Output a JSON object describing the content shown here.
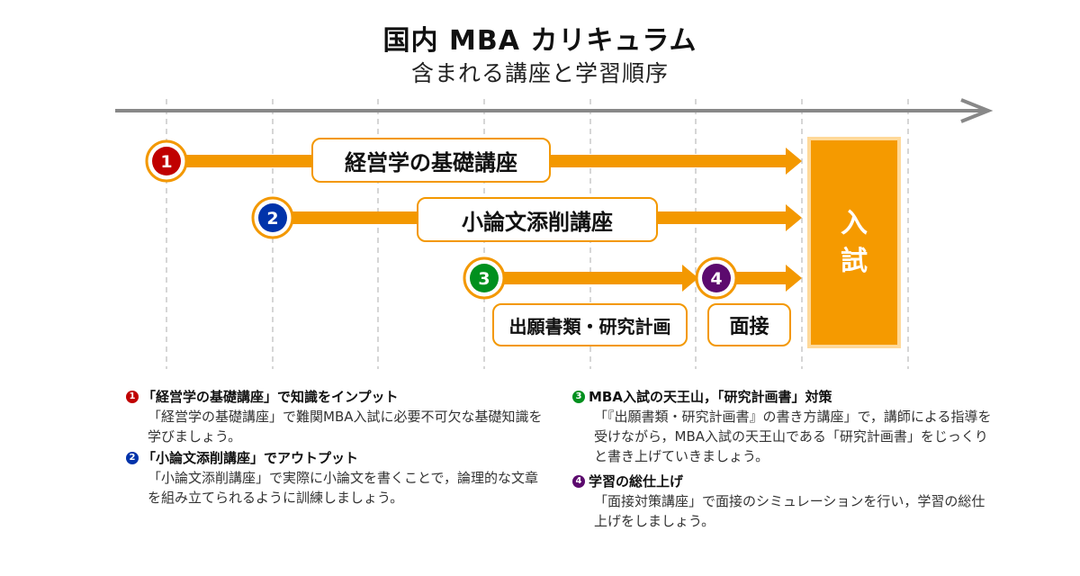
{
  "header": {
    "title": "国内 MBA カリキュラム",
    "subtitle": "含まれる講座と学習順序"
  },
  "colors": {
    "accent": "#f39800",
    "axis": "#888888",
    "grid": "#c8c8c8",
    "step1": "#c00000",
    "step2": "#0033aa",
    "step3": "#00901e",
    "step4": "#5c0a6e",
    "exam_fill": "#f59a00",
    "exam_border": "#ffd999"
  },
  "timeline": {
    "steps": [
      {
        "number": "1",
        "label": "経営学の基礎講座",
        "color_key": "step1"
      },
      {
        "number": "2",
        "label": "小論文添削講座",
        "color_key": "step2"
      },
      {
        "number": "3",
        "label": "出願書類・研究計画",
        "color_key": "step3"
      },
      {
        "number": "4",
        "label": "面接",
        "color_key": "step4"
      }
    ],
    "exam": {
      "line1": "入",
      "line2": "試"
    }
  },
  "notes": [
    {
      "number": "1",
      "heading": "「経営学の基礎講座」で知識をインプット",
      "body": "「経営学の基礎講座」で難関MBA入試に必要不可欠な基礎知識を学びましょう。"
    },
    {
      "number": "2",
      "heading": "「小論文添削講座」でアウトプット",
      "body": "「小論文添削講座」で実際に小論文を書くことで，論理的な文章を組み立てられるように訓練しましょう。"
    },
    {
      "number": "3",
      "heading": "MBA入試の天王山，「研究計画書」対策",
      "body": "「『出願書類・研究計画書』の書き方講座」で，講師による指導を受けながら，MBA入試の天王山である「研究計画書」をじっくりと書き上げていきましょう。"
    },
    {
      "number": "4",
      "heading": "学習の総仕上げ",
      "body": "「面接対策講座」で面接のシミュレーションを行い，学習の総仕上げをしましょう。"
    }
  ]
}
